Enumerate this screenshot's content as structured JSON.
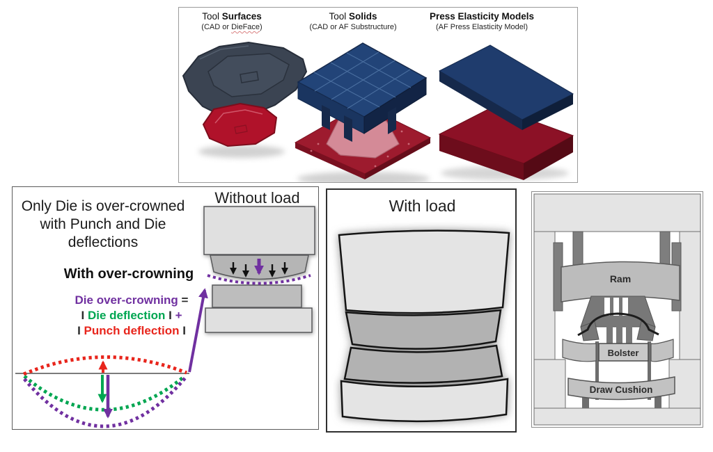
{
  "top_panel": {
    "columns": [
      {
        "title_prefix": "Tool ",
        "title_bold": "Surfaces",
        "subtitle_pre": "(CAD or ",
        "subtitle_underlined": "DieFace",
        "subtitle_post": ")"
      },
      {
        "title_prefix": "Tool ",
        "title_bold": "Solids",
        "subtitle": "(CAD or AF Substructure)"
      },
      {
        "title_prefix": "",
        "title_bold": "Press Elasticity Models",
        "subtitle": "(AF Press Elasticity Model)"
      }
    ]
  },
  "left_panel": {
    "heading_line1": "Only Die is over-crowned",
    "heading_line2": "with Punch and Die",
    "heading_line3": "deflections",
    "subheading": "With over-crowning",
    "formula": {
      "term_overcrowning": "Die over-crowning",
      "equals": " =",
      "bar_open": "I ",
      "term_die_deflection": "Die deflection",
      "bar_close": " I ",
      "plus": "+",
      "term_punch_deflection": "Punch deflection",
      "bar_end": " I"
    },
    "without_load_title": "Without load"
  },
  "middle_panel": {
    "title": "With load"
  },
  "right_panel": {
    "ram_label": "Ram",
    "bolster_label": "Bolster",
    "draw_cushion_label": "Draw Cushion"
  },
  "palette": {
    "purple": "#7030A0",
    "green": "#00A651",
    "red": "#E8251C",
    "navy_top": "#1F3C6D",
    "navy_side": "#16294B",
    "dark_red_top": "#8C1126",
    "dark_red_side": "#6D0D1C",
    "block_light": "#E4E4E4",
    "block_dark": "#B2B2B2"
  }
}
